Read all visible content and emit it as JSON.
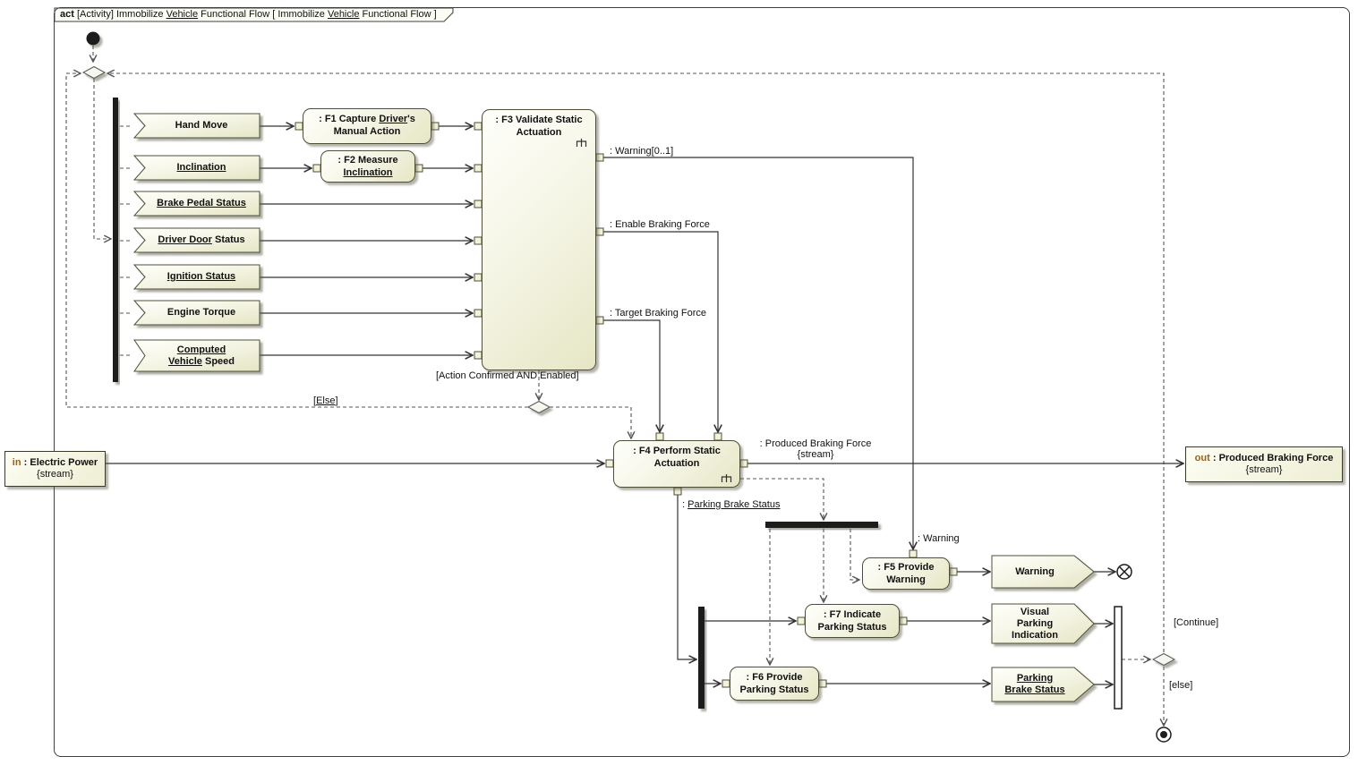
{
  "colors": {
    "node_border": "#4f4f38",
    "node_fill_light": "#fffffb",
    "node_fill_dark": "#e6e6c5",
    "keyword_direction": "#96621d",
    "control_flow": "#555555",
    "object_flow": "#333333"
  },
  "icons": {
    "f3_decomposition": "rake-icon",
    "f4_decomposition": "rake-icon"
  },
  "frame_title_parts": [
    {
      "t": "act",
      "b": 1
    },
    {
      "t": " [Activity] Immobilize "
    },
    {
      "t": "Vehicle",
      "u": 1
    },
    {
      "t": " Functional Flow [ Immobilize "
    },
    {
      "t": "Vehicle",
      "u": 1
    },
    {
      "t": " Functional Flow ]"
    }
  ],
  "accept_events": [
    {
      "lines": [
        [
          {
            "t": "Hand Move"
          }
        ]
      ]
    },
    {
      "lines": [
        [
          {
            "t": "Inclination",
            "u": 1
          }
        ]
      ]
    },
    {
      "lines": [
        [
          {
            "t": "Brake Pedal Status",
            "u": 1
          }
        ]
      ]
    },
    {
      "lines": [
        [
          {
            "t": "Driver Door",
            "u": 1
          },
          {
            "t": " Status"
          }
        ]
      ]
    },
    {
      "lines": [
        [
          {
            "t": "Ignition Status",
            "u": 1
          }
        ]
      ]
    },
    {
      "lines": [
        [
          {
            "t": "Engine Torque"
          }
        ]
      ]
    },
    {
      "lines": [
        [
          {
            "t": "Computed",
            "u": 1
          }
        ],
        [
          {
            "t": "Vehicle",
            "u": 1
          },
          {
            "t": " Speed"
          }
        ]
      ]
    }
  ],
  "actions": {
    "f1": {
      "lines": [
        [
          {
            "t": ": F1 Capture "
          },
          {
            "t": "Driver",
            "u": 1
          },
          {
            "t": "'s"
          }
        ],
        [
          {
            "t": "Manual Action"
          }
        ]
      ]
    },
    "f2": {
      "lines": [
        [
          {
            "t": ": F2 Measure"
          }
        ],
        [
          {
            "t": "Inclination",
            "u": 1
          }
        ]
      ]
    },
    "f3": {
      "lines": [
        [
          {
            "t": ": F3 Validate Static"
          }
        ],
        [
          {
            "t": "Actuation"
          }
        ]
      ]
    },
    "f4": {
      "lines": [
        [
          {
            "t": ": F4 Perform Static"
          }
        ],
        [
          {
            "t": "Actuation"
          }
        ]
      ]
    },
    "f5": {
      "lines": [
        [
          {
            "t": ": F5 Provide"
          }
        ],
        [
          {
            "t": "Warning"
          }
        ]
      ]
    },
    "f6": {
      "lines": [
        [
          {
            "t": ": F6 Provide"
          }
        ],
        [
          {
            "t": "Parking Status"
          }
        ]
      ]
    },
    "f7": {
      "lines": [
        [
          {
            "t": ": F7 Indicate"
          }
        ],
        [
          {
            "t": "Parking Status"
          }
        ]
      ]
    }
  },
  "params": {
    "in": {
      "title_parts": [
        {
          "t": "in ",
          "b": 1,
          "c": 1
        },
        {
          "t": ": Electric Power",
          "b": 1
        }
      ],
      "modifier": "{stream}"
    },
    "out": {
      "title_parts": [
        {
          "t": "out ",
          "b": 1,
          "c": 1
        },
        {
          "t": ": Produced Braking Force",
          "b": 1
        }
      ],
      "modifier": "{stream}"
    }
  },
  "send_signals": {
    "warning": {
      "lines": [
        [
          {
            "t": "Warning"
          }
        ]
      ]
    },
    "visual_parking_indication": {
      "lines": [
        [
          {
            "t": "Visual"
          }
        ],
        [
          {
            "t": "Parking"
          }
        ],
        [
          {
            "t": "Indication"
          }
        ]
      ]
    },
    "parking_brake_status": {
      "lines": [
        [
          {
            "t": "Parking",
            "u": 1
          }
        ],
        [
          {
            "t": "Brake Status",
            "u": 1
          }
        ]
      ]
    }
  },
  "edge_labels": {
    "warning_out": ": Warning[0..1]",
    "enable_braking_force": ": Enable Braking Force",
    "target_braking_force": ": Target Braking Force",
    "guard_confirmed": "[Action Confirmed AND Enabled]",
    "guard_else_parts": [
      {
        "t": "["
      },
      {
        "t": "Else",
        "u": 1
      },
      {
        "t": "]"
      }
    ],
    "produced_braking_force": ": Produced Braking Force",
    "produced_modifier": "{stream}",
    "parking_brake_status_parts": [
      {
        "t": ": "
      },
      {
        "t": "Parking Brake Status",
        "u": 1
      }
    ],
    "warning_in": ": Warning",
    "guard_continue": "[Continue]",
    "guard_else_lower": "[else]"
  }
}
